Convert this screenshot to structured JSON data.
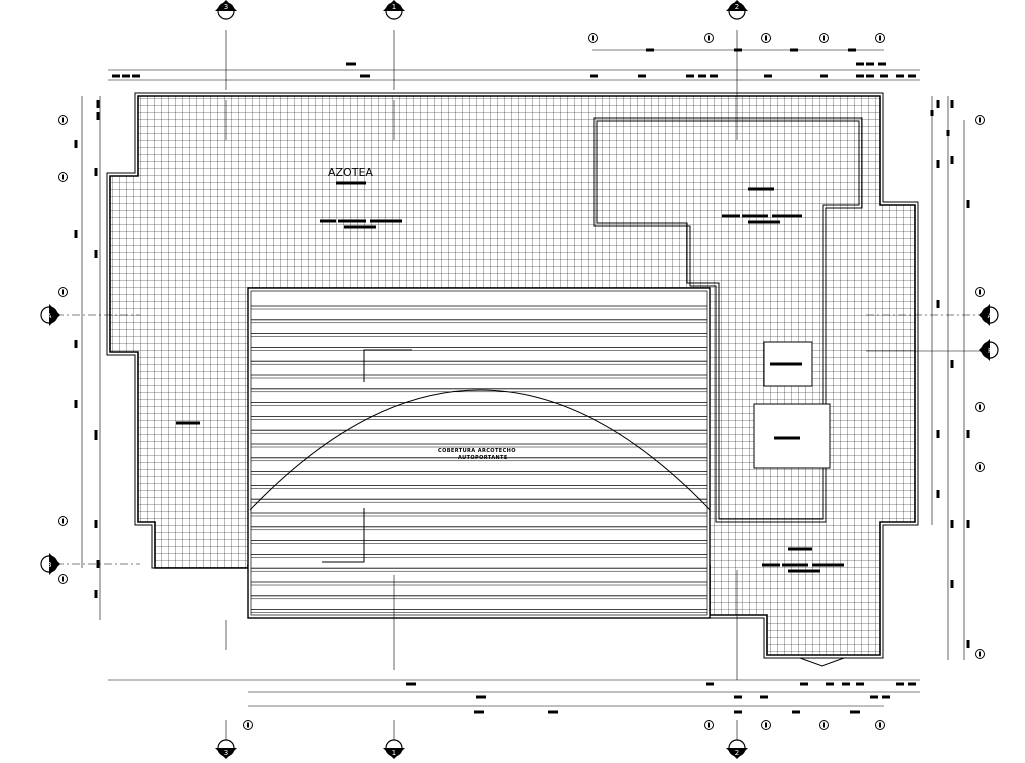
{
  "drawing": {
    "roof_label": "AZOTEA",
    "cover_label_line1": "COBERTURA ARCOTECHO",
    "cover_label_line2": "AUTOPORTANTE"
  },
  "section_markers": {
    "top": [
      "3",
      "1",
      "2"
    ],
    "bottom": [
      "3",
      "1",
      "2"
    ],
    "left": [
      "A",
      "B"
    ],
    "right": [
      "A",
      "F"
    ]
  }
}
